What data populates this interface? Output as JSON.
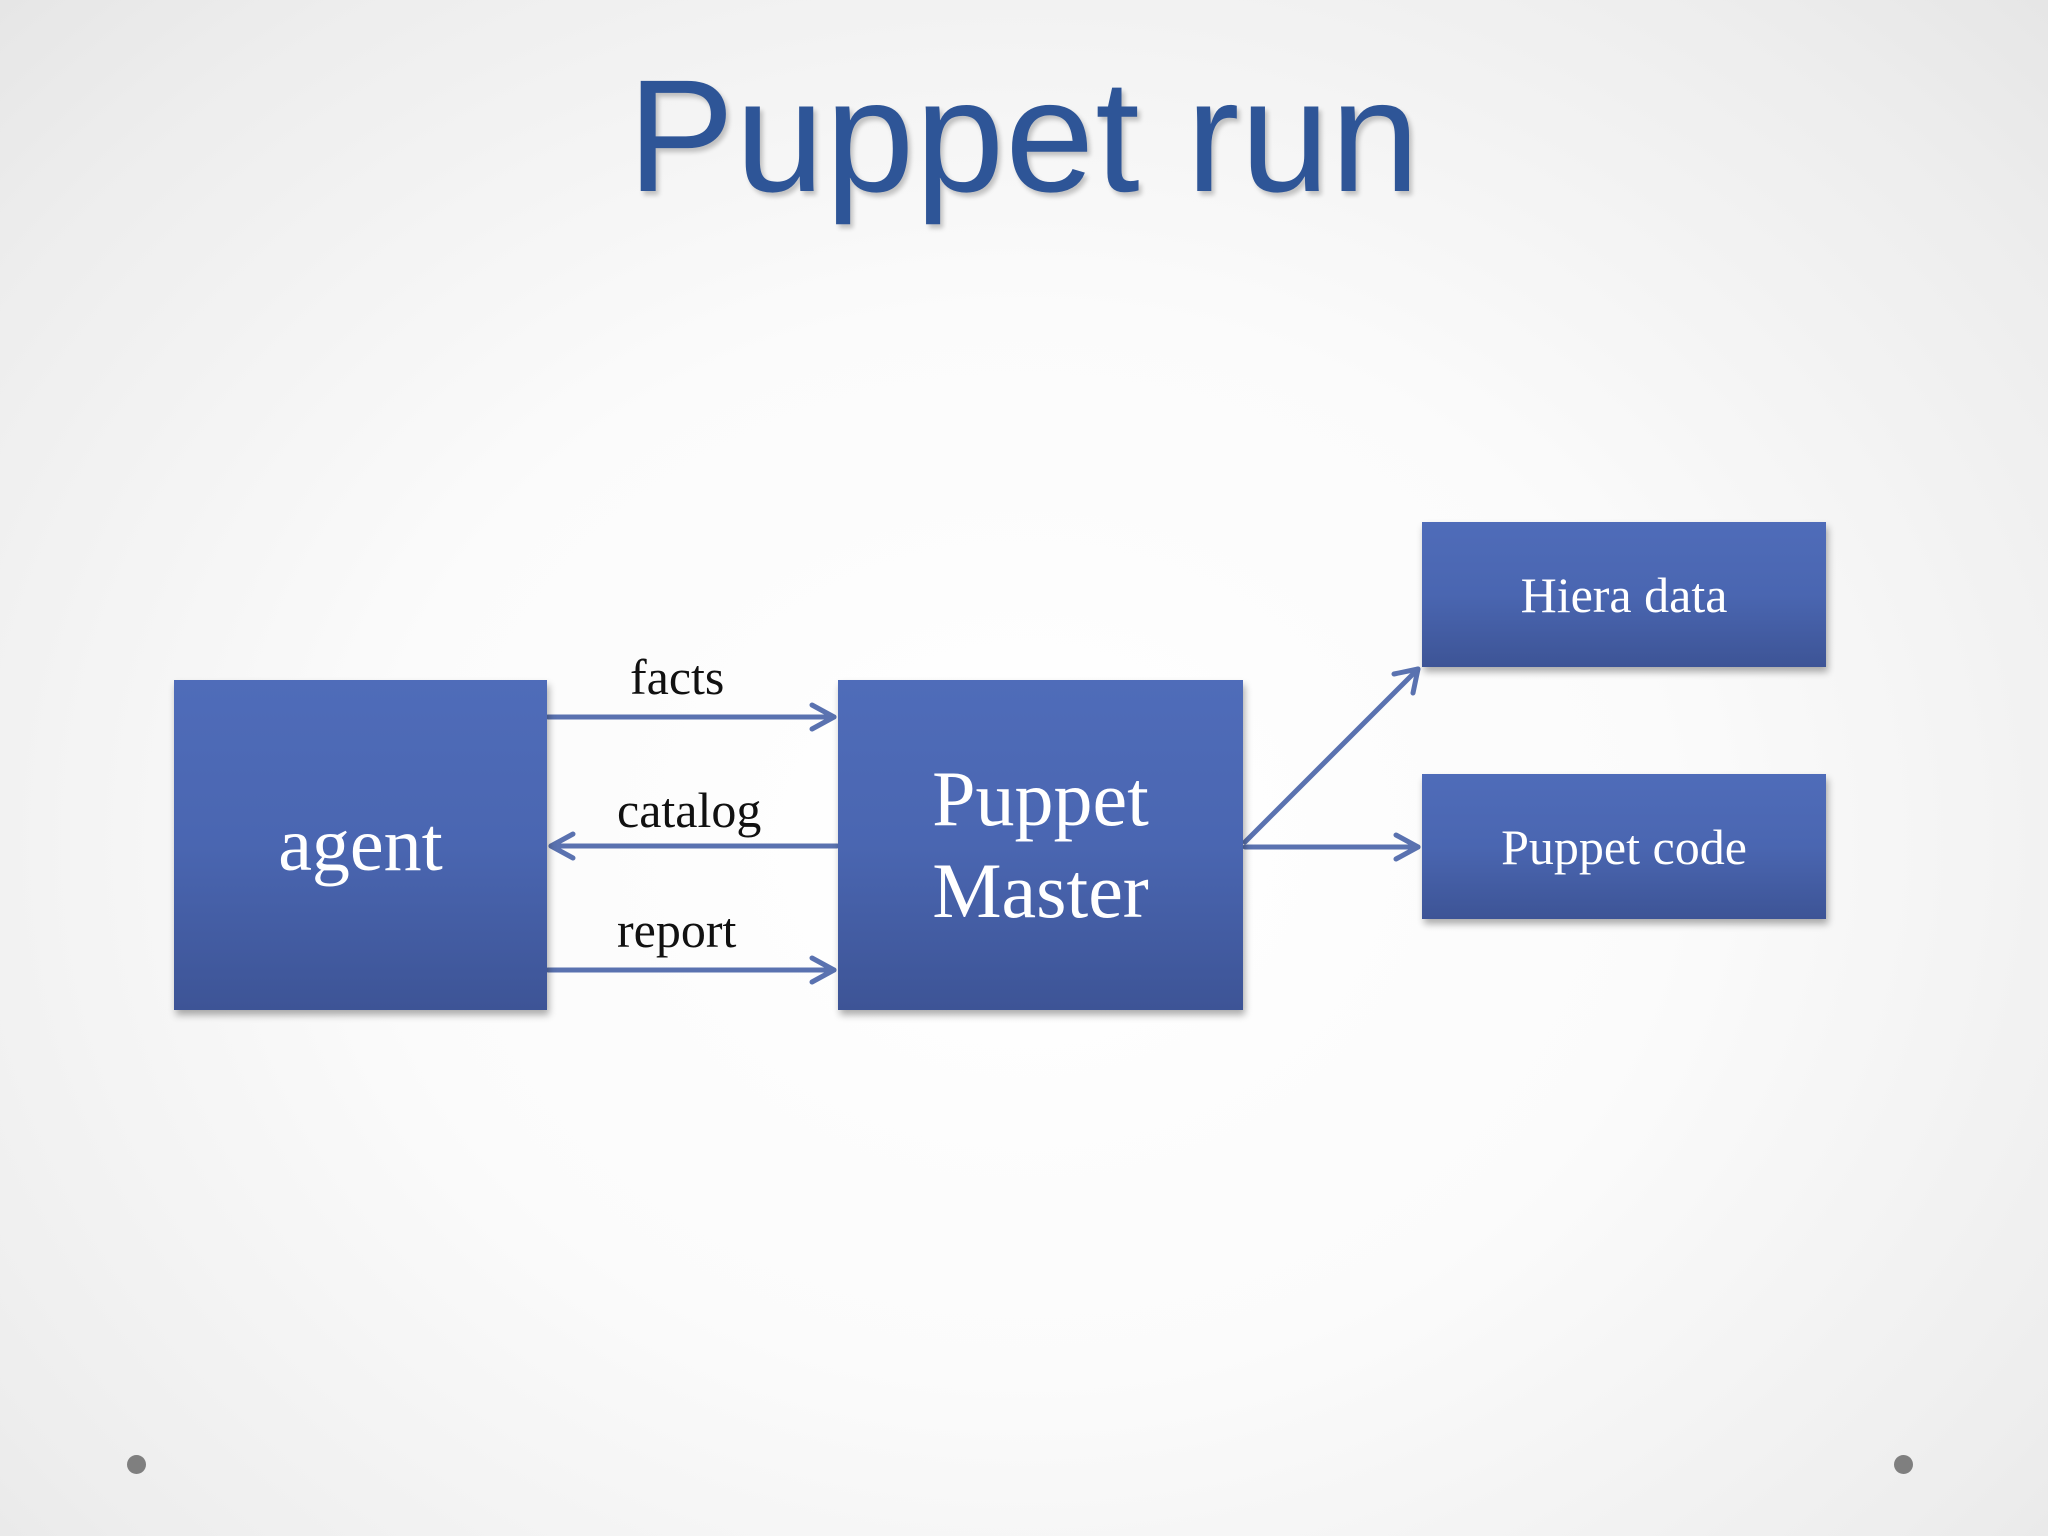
{
  "slide": {
    "title": "Puppet run"
  },
  "nodes": {
    "agent": "agent",
    "master": "Puppet\nMaster",
    "hiera": "Hiera data",
    "code": "Puppet code"
  },
  "edges": {
    "facts": "facts",
    "catalog": "catalog",
    "report": "report"
  },
  "colors": {
    "title": "#2e5597",
    "box": "#4a66b1",
    "arrow": "#5a72b0"
  }
}
